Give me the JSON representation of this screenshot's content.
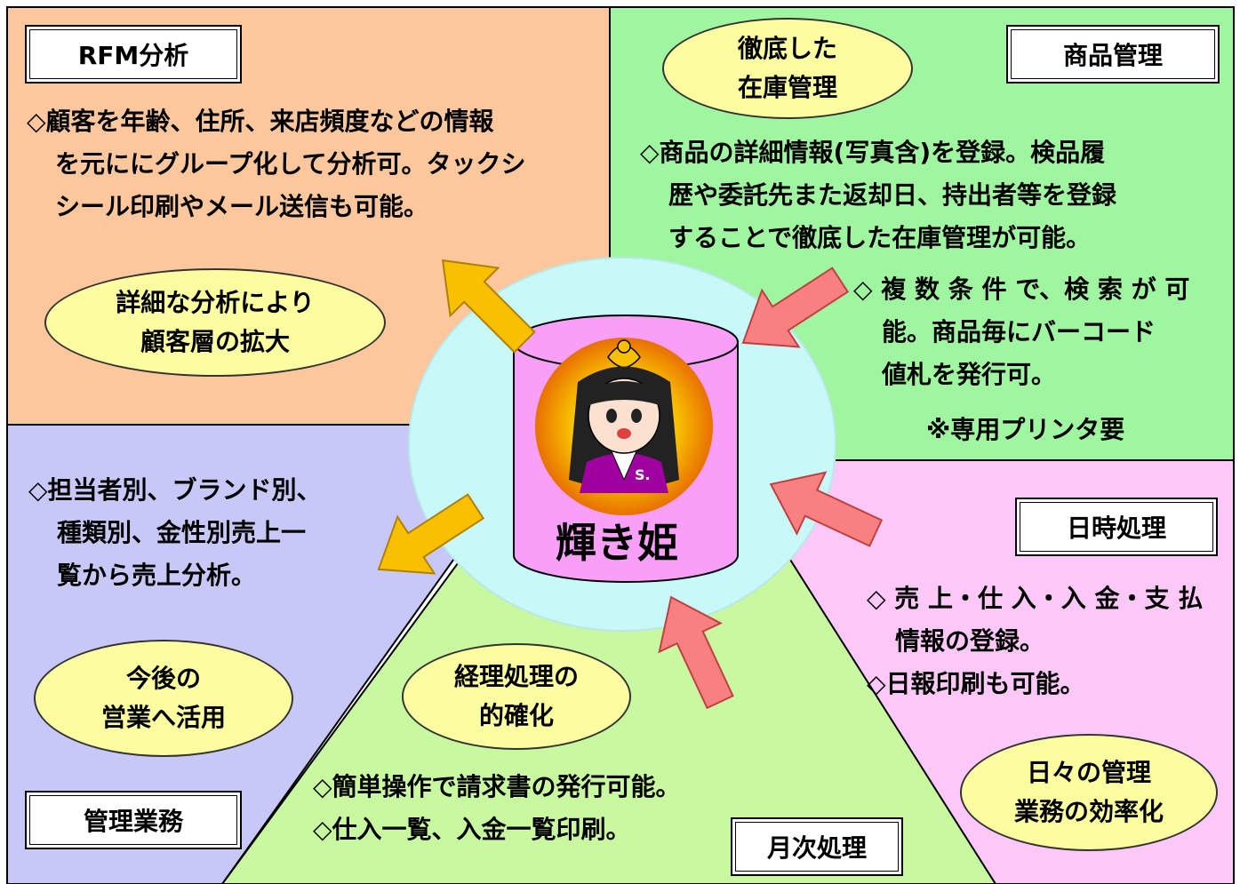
{
  "sections": {
    "rfm": {
      "label": "RFM分析",
      "description": [
        "◇顧客を年齢、住所、来店頻度などの情報",
        "を元ににグループ化して分析可。タックシ",
        "シール印刷やメール送信も可能。"
      ],
      "benefit": [
        "詳細な分析により",
        "顧客層の拡大"
      ],
      "color": "#fcc79c"
    },
    "product": {
      "label": "商品管理",
      "description": [
        "◇商品の詳細情報(写真含)を登録。検品履",
        "歴や委託先また返却日、持出者等を登録",
        "することで徹底した在庫管理が可能。"
      ],
      "description2": [
        "◇ 複 数 条 件 で、検 索 が 可",
        "能。商品毎にバーコード",
        "値札を発行可。"
      ],
      "note": "※専用プリンタ要",
      "benefit": [
        "徹底した",
        "在庫管理"
      ],
      "color": "#a0f5a0"
    },
    "admin": {
      "label": "管理業務",
      "description": [
        "◇担当者別、ブランド別、",
        "種類別、金性別売上一",
        "覧から売上分析。"
      ],
      "benefit": [
        "今後の",
        "営業へ活用"
      ],
      "color": "#c8c8f8"
    },
    "daily": {
      "label": "日時処理",
      "description": [
        "◇ 売 上・仕 入・入 金・支 払",
        "情報の登録。",
        "◇日報印刷も可能。"
      ],
      "benefit": [
        "日々の管理",
        "業務の効率化"
      ],
      "color": "#fcc8f8"
    },
    "monthly": {
      "label": "月次処理",
      "description": [
        "◇簡単操作で請求書の発行可能。",
        "◇仕入一覧、入金一覧印刷。"
      ],
      "benefit": [
        "経理処理の",
        "的確化"
      ],
      "color": "#c8f8a0"
    }
  },
  "center": {
    "title": "輝き姫",
    "mascot_badge": "S.",
    "circle_color": "#c8f8f8",
    "cylinder_color": "#f8a0f8"
  },
  "arrows": {
    "outward_color": "#f8c000",
    "inward_color": "#f88080"
  }
}
